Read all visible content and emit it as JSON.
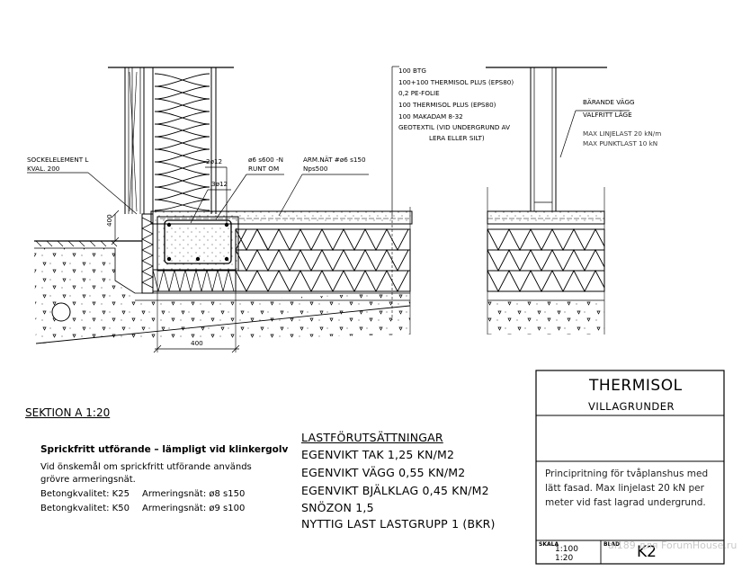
{
  "section_title": "SEKTION A 1:20",
  "labels": {
    "sockel_1": "SOCKELELEMENT L",
    "sockel_2": "KVAL. 200",
    "bar_2": "2ø12",
    "bar_3": "3ø12",
    "stirrup_1": "ø6 s600 -N",
    "stirrup_2": "RUNT OM",
    "mesh_1": "ARM.NÄT #ø6 s150",
    "mesh_2": "Nps500",
    "height_400": "400",
    "width_400": "400",
    "layers": [
      "100 BTG",
      "100+100 THERMISOL PLUS (EPS80)",
      "0,2  PE-FOLIE",
      "100 THERMISOL PLUS (EPS80)",
      "100 MAKADAM 8-32",
      "GEOTEXTIL (VID UNDERGRUND AV",
      "LERA ELLER SILT)"
    ],
    "wall_1": "BÄRANDE VÄGG",
    "wall_2": "VALFRITT LÄGE",
    "load_line_1": "MAX LINJELAST 20 kN/m",
    "load_line_2": "MAX PUNKTLAST 10 kN"
  },
  "note": {
    "heading": "Sprickfritt utförande – lämpligt vid klinkergolv",
    "body": "Vid önskemål om sprickfritt utförande används grövre armeringsnät.",
    "rows": [
      {
        "left": "Betongkvalitet: K25",
        "right": "Armeringsnät: ø8 s150"
      },
      {
        "left": "Betongkvalitet: K50",
        "right": "Armeringsnät: ø9 s100"
      }
    ]
  },
  "loads": {
    "heading": "LASTFÖRUTSÄTTNINGAR",
    "items": [
      "EGENVIKT TAK 1,25 KN/M2",
      "EGENVIKT VÄGG 0,55 KN/M2",
      "EGENVIKT BJÄLKLAG 0,45 KN/M2",
      "SNÖZON 1,5",
      "NYTTIG LAST LASTGRUPP 1 (BKR)"
    ]
  },
  "title_block": {
    "title": "THERMISOL",
    "subtitle": "VILLAGRUNDER",
    "description": "Principritning för tvåplanshus med lätt fasad. Max linjelast 20 kN per meter vid fast lagrad undergrund.",
    "scale_label": "SKALA",
    "scale_1": "1:100",
    "scale_2": "1:20",
    "blad_label": "BLAD",
    "sheet": "K2"
  },
  "watermark": "al189 для ForumHouse.ru"
}
